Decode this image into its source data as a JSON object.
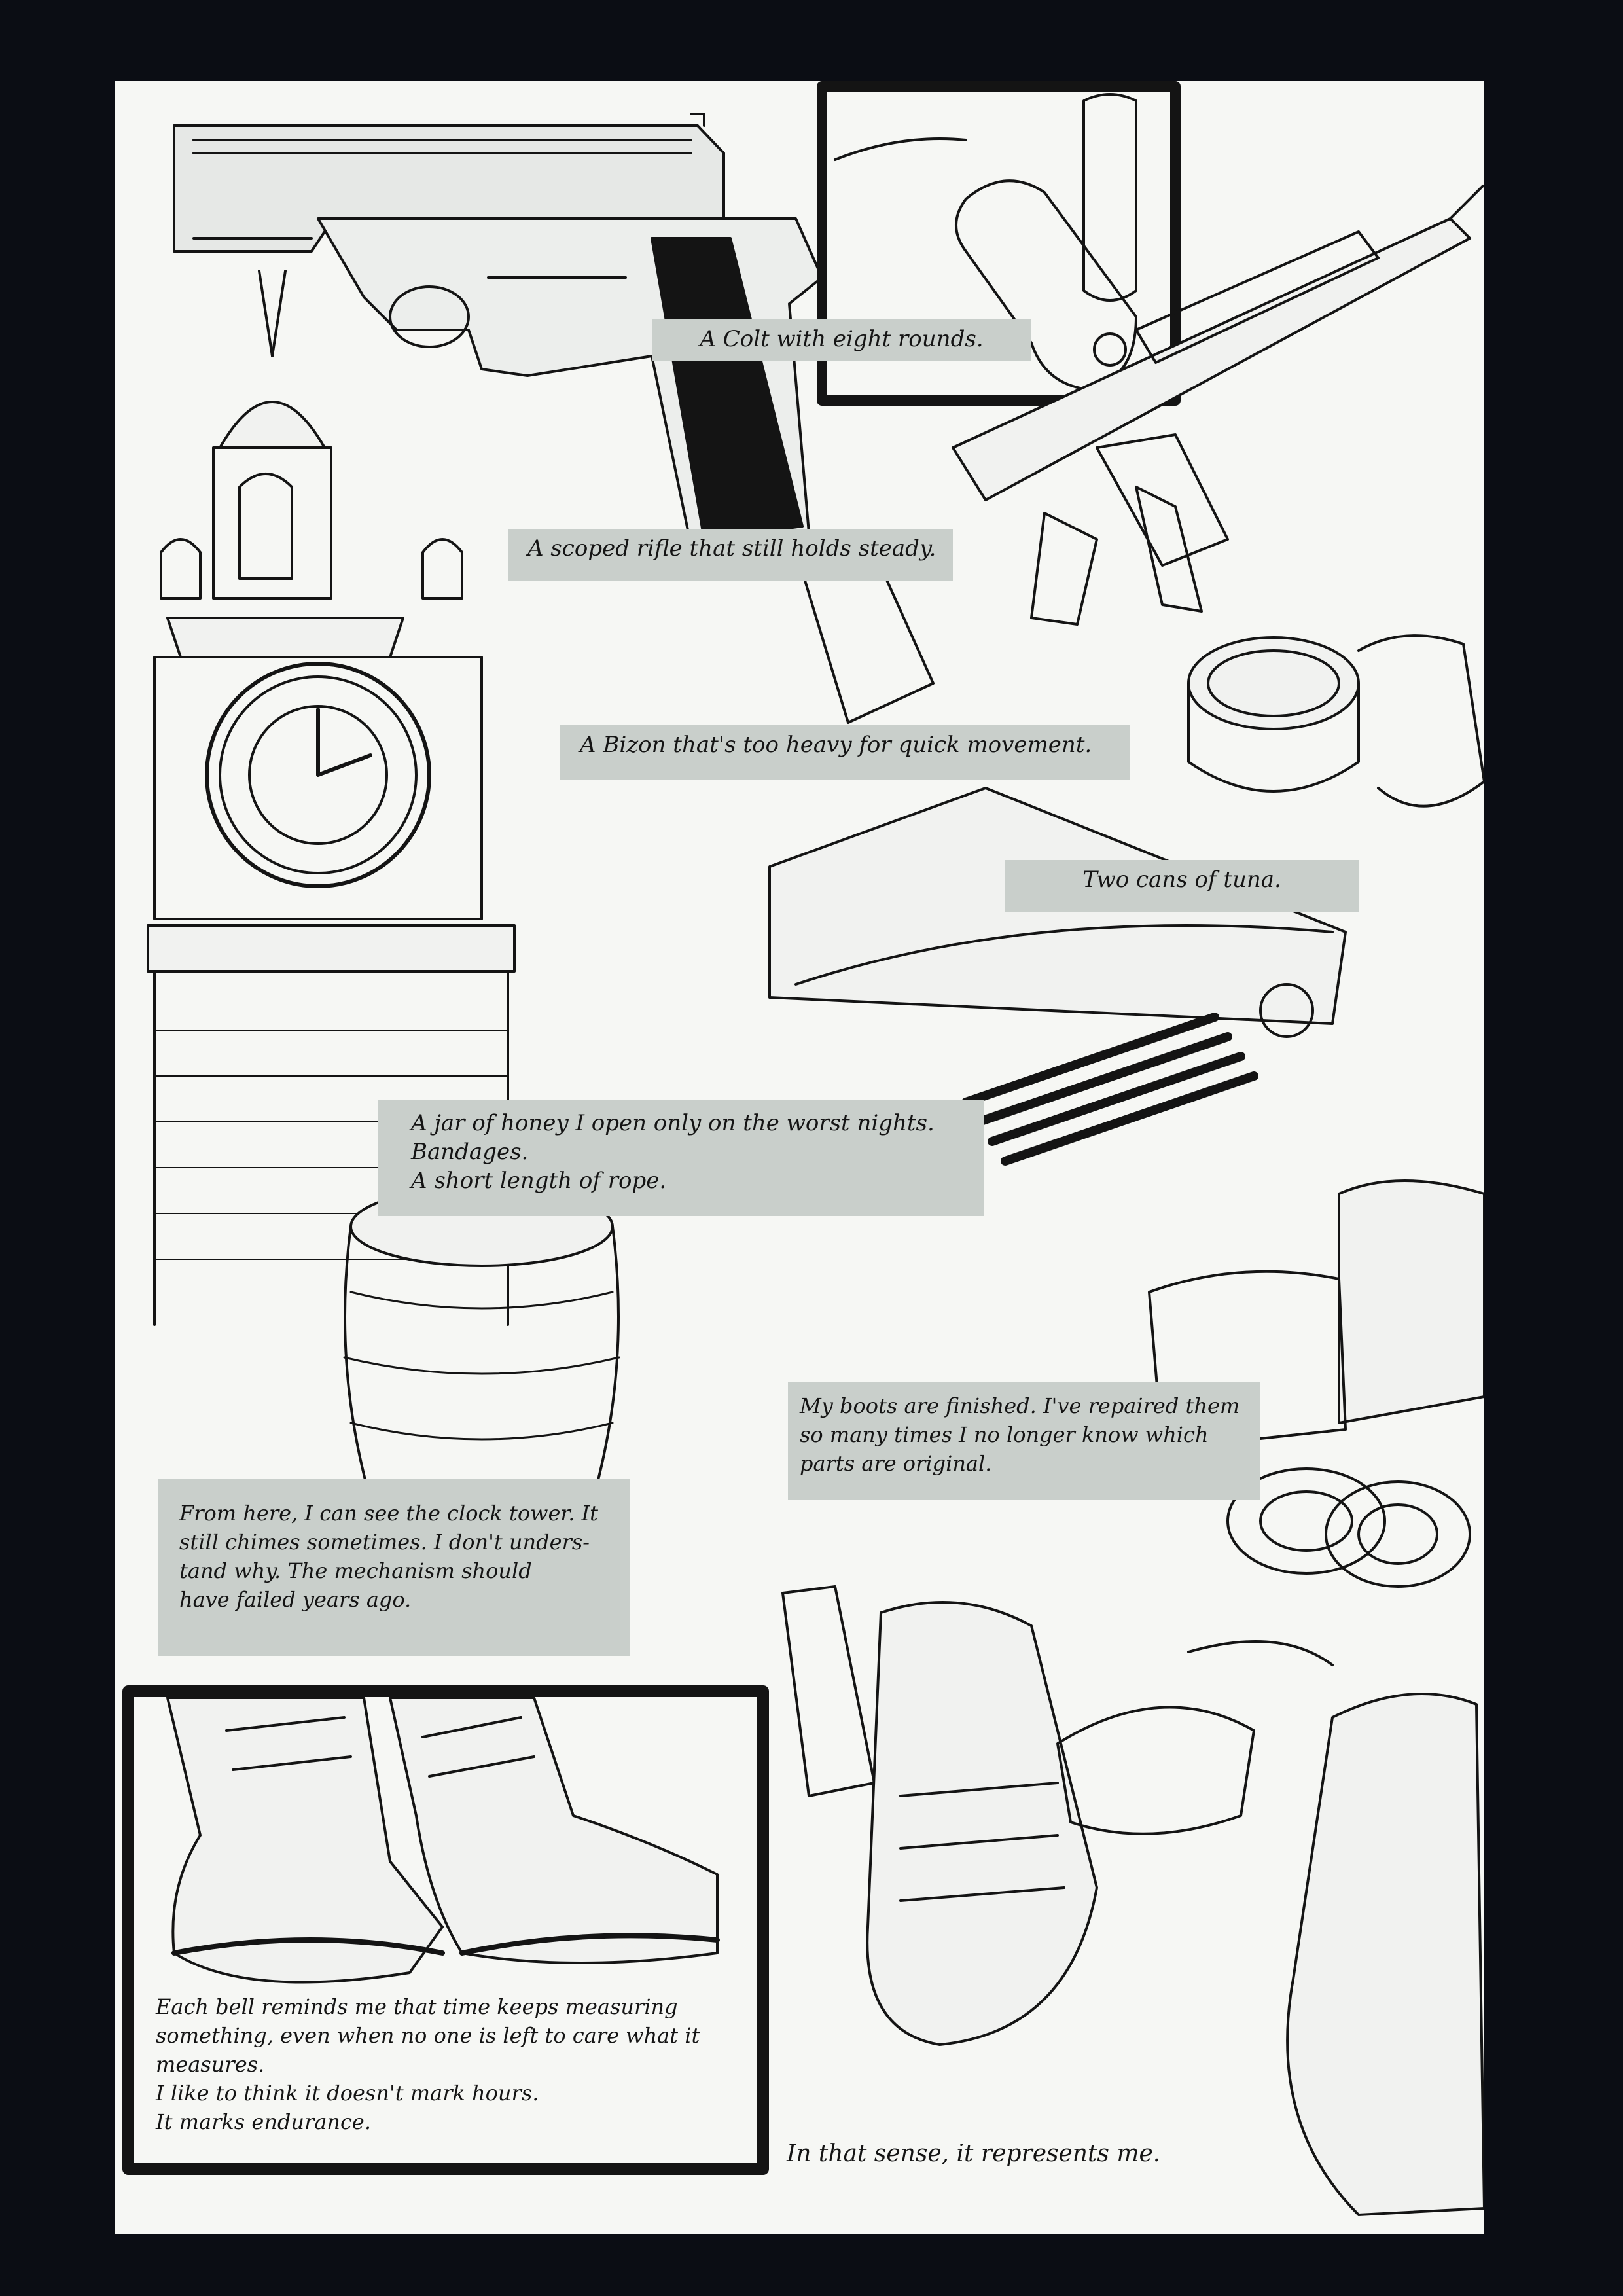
{
  "captions": {
    "colt": "A Colt with eight rounds.",
    "rifle": "A scoped rifle that still holds steady.",
    "bizon": "A Bizon that's too heavy for quick movement.",
    "tuna": "Two cans of tuna.",
    "supplies": [
      "A jar of honey I open only on the worst nights.",
      "Bandages.",
      "A short length of rope."
    ],
    "boots": [
      "My boots are finished. I've repaired them",
      "so many times I no longer know which",
      "parts are original."
    ],
    "tower": [
      "From here, I can see the clock tower. It",
      "still chimes sometimes. I don't unders-",
      "tand why. The mechanism should",
      "have failed years ago."
    ],
    "bell": [
      "Each bell reminds me that time keeps measuring",
      "something, even when no one is left to care what it",
      "measures.",
      "I like to think it doesn't mark hours.",
      "It marks endurance."
    ],
    "closing": "In that sense, it represents me."
  },
  "colors": {
    "background": "#0b0d14",
    "paper": "#f6f7f4",
    "caption": "#c9cfcb",
    "ink": "#141414"
  }
}
